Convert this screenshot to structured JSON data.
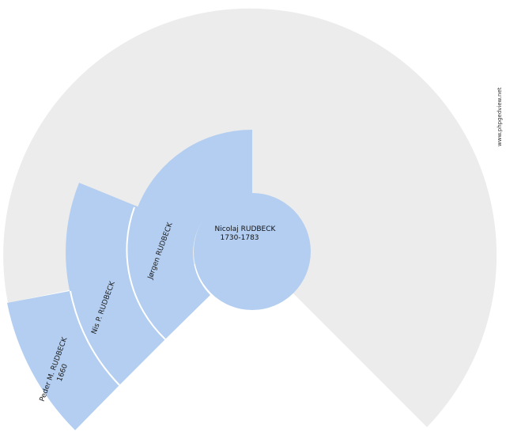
{
  "chart": {
    "root": {
      "name": "Nicolaj RUDBECK",
      "years": "1730-1783"
    },
    "ancestors": [
      {
        "generation": 1,
        "name": "Jørgen RUDBECK",
        "years": ""
      },
      {
        "generation": 2,
        "name": "Nis P. RUDBECK",
        "years": ""
      },
      {
        "generation": 3,
        "name": "Peder M. RUDBECK",
        "years": "1660"
      }
    ],
    "colors": {
      "background_ring": "#ececec",
      "person_fill": "#b3cef1",
      "separator": "#ffffff"
    }
  },
  "watermark": "www.phpgedview.net"
}
